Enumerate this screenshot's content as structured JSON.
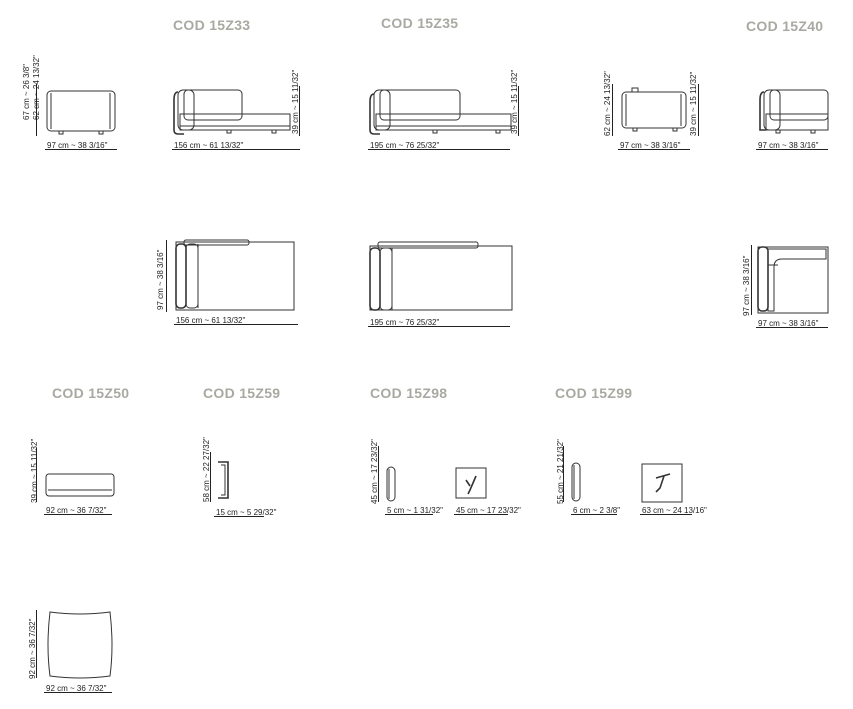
{
  "titles": {
    "t1": "COD 15Z33",
    "t2": "COD 15Z35",
    "t3": "COD 15Z40",
    "t4": "COD 15Z50",
    "t5": "COD 15Z59",
    "t6": "COD 15Z98",
    "t7": "COD 15Z99"
  },
  "dims": {
    "a_w": "97 cm ~ 38 3/16\"",
    "a_h1": "67 cm ~ 26 3/8\"",
    "a_h2": "62 cm ~ 24 13/32\"",
    "b_w": "156 cm ~ 61 13/32\"",
    "b_h": "39 cm ~ 15 11/32\"",
    "c_w": "195 cm ~ 76 25/32\"",
    "c_h": "39 cm ~ 15 11/32\"",
    "d_w": "97 cm ~ 38 3/16\"",
    "d_h1": "62 cm ~ 24 13/32\"",
    "d_h2": "39 cm ~ 15 11/32\"",
    "e_w": "97 cm ~ 38 3/16\"",
    "bp_w": "156 cm ~ 61 13/32\"",
    "bp_h": "97 cm ~ 38 3/16\"",
    "cp_w": "195 cm ~ 76 25/32\"",
    "ep_w": "97 cm ~ 38 3/16\"",
    "ep_h": "97 cm ~ 38 3/16\"",
    "f_w": "92 cm ~ 36 7/32\"",
    "f_h": "39 cm ~ 15 11/32\"",
    "g_w": "15 cm ~ 5 29/32\"",
    "g_h": "58 cm ~ 22 27/32\"",
    "h_w": "5 cm ~ 1 31/32\"",
    "h_h": "45 cm ~ 17 23/32\"",
    "h2_w": "45 cm ~ 17 23/32\"",
    "i_w": "6 cm ~ 2 3/8\"",
    "i_h": "55 cm ~ 21 21/32\"",
    "i2_w": "63 cm ~ 24 13/16\"",
    "j_w": "92 cm ~ 36 7/32\"",
    "j_h": "92 cm ~ 36 7/32\""
  }
}
